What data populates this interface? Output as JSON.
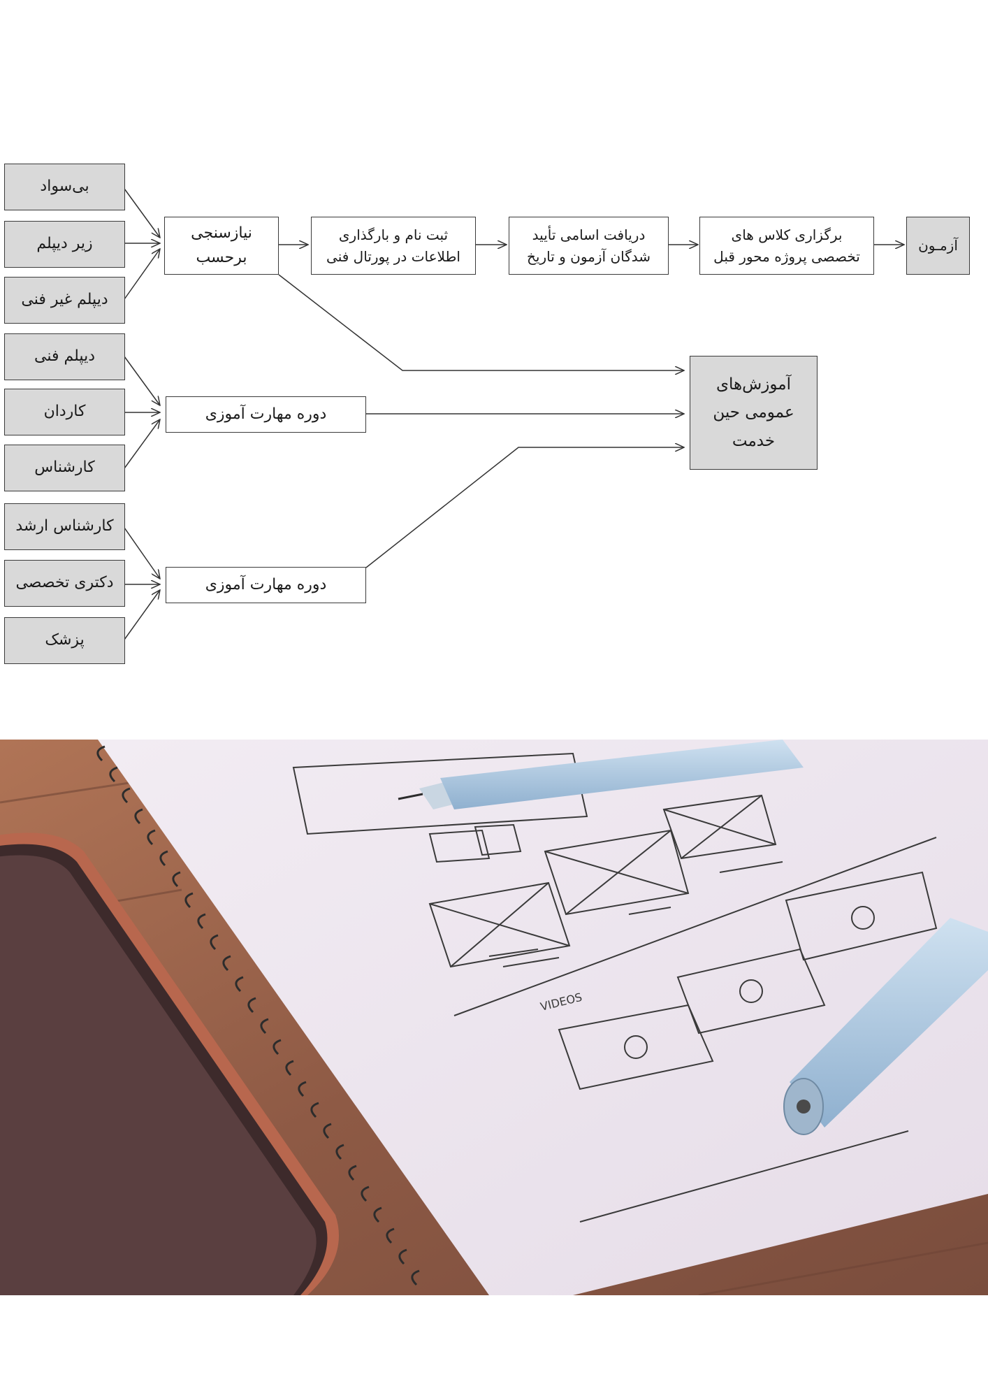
{
  "diagram": {
    "levels": [
      {
        "id": "bisavad",
        "label": "بی‌سواد"
      },
      {
        "id": "zir_diplom",
        "label": "زیر دیپلم"
      },
      {
        "id": "diplom_gheir_fanni",
        "label": "دیپلم غیر فنی"
      },
      {
        "id": "diplom_fanni",
        "label": "دیپلم فنی"
      },
      {
        "id": "kardan",
        "label": "کاردان"
      },
      {
        "id": "karshenas",
        "label": "کارشناس"
      },
      {
        "id": "karshenas_arshad",
        "label": "کارشناس ارشد"
      },
      {
        "id": "doktori",
        "label": "دکتری تخصصی"
      },
      {
        "id": "pezeshk",
        "label": "پزشک"
      }
    ],
    "needs_assessment": {
      "line1": "نیازسنجی",
      "line2": "برحسب"
    },
    "skill_course_1": "دوره مهارت آموزی",
    "skill_course_2": "دوره مهارت آموزی",
    "steps": [
      {
        "id": "register",
        "line1": "ثبت نام و بارگذاری",
        "line2": "اطلاعات در پورتال فنی"
      },
      {
        "id": "approved",
        "line1": "دریافت اسامی تأیید",
        "line2": "شدگان آزمون و تاریخ"
      },
      {
        "id": "classes",
        "line1": "برگزاری کلاس های",
        "line2": "تخصصی پروژه محور قبل"
      }
    ],
    "exam": "آزمـون",
    "general_training": {
      "line1": "آموزش‌های",
      "line2": "عمومی حین",
      "line3": "خدمت"
    },
    "colors": {
      "gray_fill": "#d9d9d9",
      "border": "#3a3a3a",
      "line": "#333333"
    }
  },
  "photo": {
    "description_icon": "wireframe-sketch-photo",
    "sketch_label": "VIDEOS"
  }
}
